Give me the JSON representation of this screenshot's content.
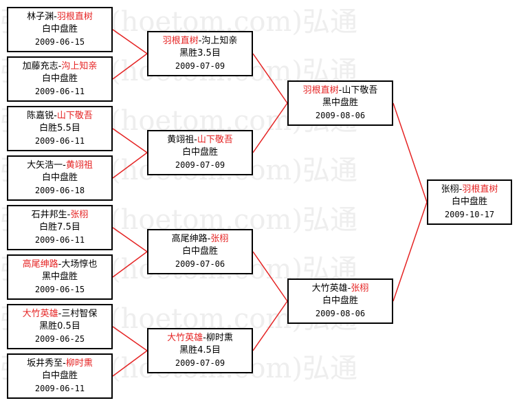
{
  "watermark_line_1": "弘通围棋(hoetom.com)弘通",
  "watermark_line_2": "弘通围棋(hoetom.com)弘通",
  "watermark_line_3": "弘通围棋(hoetom.com)弘通",
  "watermark_line_4": "弘通围棋(hoetom.com)弘通",
  "watermark_line_5": "弘通围棋(hoetom.com)弘通",
  "watermark_line_6": "弘通围棋(hoetom.com)弘通",
  "watermark_line_7": "弘通围棋(hoetom.com)弘通",
  "watermark_line_8": "弘通围棋(hoetom.com)弘通",
  "colors": {
    "winner": "#e52323",
    "connector": "#e52323",
    "border": "#000000"
  },
  "round1": [
    {
      "p1": "林子渊",
      "p2": "羽根直树",
      "winner": 2,
      "result": "白中盘胜",
      "date": "2009-06-15"
    },
    {
      "p1": "加藤充志",
      "p2": "沟上知亲",
      "winner": 2,
      "result": "白中盘胜",
      "date": "2009-06-11"
    },
    {
      "p1": "陈嘉锐",
      "p2": "山下敬吾",
      "winner": 2,
      "result": "白胜5.5目",
      "date": "2009-06-11"
    },
    {
      "p1": "大矢浩一",
      "p2": "黄翊祖",
      "winner": 2,
      "result": "白中盘胜",
      "date": "2009-06-18"
    },
    {
      "p1": "石井邦生",
      "p2": "张栩",
      "winner": 2,
      "result": "白胜7.5目",
      "date": "2009-06-11"
    },
    {
      "p1": "高尾绅路",
      "p2": "大场惇也",
      "winner": 1,
      "result": "黑中盘胜",
      "date": "2009-06-15"
    },
    {
      "p1": "大竹英雄",
      "p2": "三村智保",
      "winner": 1,
      "result": "黑胜0.5目",
      "date": "2009-06-25"
    },
    {
      "p1": "坂井秀至",
      "p2": "柳时熏",
      "winner": 2,
      "result": "白中盘胜",
      "date": "2009-06-11"
    }
  ],
  "round2": [
    {
      "p1": "羽根直树",
      "p2": "沟上知亲",
      "winner": 1,
      "result": "黑胜3.5目",
      "date": "2009-07-09"
    },
    {
      "p1": "黄翊祖",
      "p2": "山下敬吾",
      "winner": 2,
      "result": "白中盘胜",
      "date": "2009-07-09"
    },
    {
      "p1": "高尾绅路",
      "p2": "张栩",
      "winner": 2,
      "result": "白中盘胜",
      "date": "2009-07-06"
    },
    {
      "p1": "大竹英雄",
      "p2": "柳时熏",
      "winner": 1,
      "result": "黑胜4.5目",
      "date": "2009-07-09"
    }
  ],
  "round3": [
    {
      "p1": "羽根直树",
      "p2": "山下敬吾",
      "winner": 1,
      "result": "黑中盘胜",
      "date": "2009-08-06"
    },
    {
      "p1": "大竹英雄",
      "p2": "张栩",
      "winner": 2,
      "result": "白中盘胜",
      "date": "2009-08-06"
    }
  ],
  "final": [
    {
      "p1": "张栩",
      "p2": "羽根直树",
      "winner": 2,
      "result": "白中盘胜",
      "date": "2009-10-17"
    }
  ]
}
